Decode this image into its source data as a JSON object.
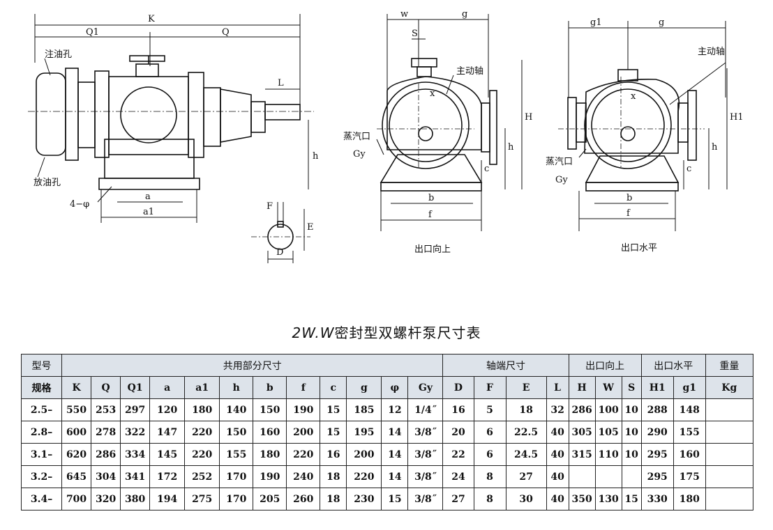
{
  "drawing": {
    "labels": {
      "K": "K",
      "Q1": "Q1",
      "Q": "Q",
      "L": "L",
      "h": "h",
      "a": "a",
      "a1": "a1",
      "holes": "4−φ",
      "F": "F",
      "E": "E",
      "D": "D",
      "w": "w",
      "g": "g",
      "S": "S",
      "x": "x",
      "H": "H",
      "h_mid": "h",
      "c": "c",
      "b": "b",
      "f": "f",
      "Gy": "Gy",
      "g1": "g1",
      "g_right": "g",
      "x_right": "x",
      "H1": "H1",
      "h_right": "h",
      "c_right": "c",
      "b_right": "b",
      "f_right": "f",
      "Gy_right": "Gy"
    },
    "notes": {
      "oil_fill": "注油孔",
      "oil_drain": "放油孔",
      "drive_shaft": "主动轴",
      "steam_port": "蒸汽口",
      "drive_shaft_right": "主动轴",
      "steam_port_right": "蒸汽口",
      "outlet_up": "出口向上",
      "outlet_horizontal": "出口水平"
    }
  },
  "title": {
    "model": "2W.W",
    "text": "密封型双螺杆泵尺寸表"
  },
  "table": {
    "group_headers": {
      "model_line1": "型号",
      "model_line2": "规格",
      "common": "共用部分尺寸",
      "shaft": "轴端尺寸",
      "outlet_up": "出口向上",
      "outlet_horizontal": "出口水平",
      "weight": "重量"
    },
    "columns": [
      "K",
      "Q",
      "Q1",
      "a",
      "a1",
      "h",
      "b",
      "f",
      "c",
      "g",
      "φ",
      "Gy",
      "D",
      "F",
      "E",
      "L",
      "H",
      "W",
      "S",
      "H1",
      "g1",
      "Kg"
    ],
    "rows": [
      {
        "model": "2.5–",
        "cells": [
          "550",
          "253",
          "297",
          "120",
          "180",
          "140",
          "150",
          "190",
          "15",
          "185",
          "12",
          "1/4˝",
          "16",
          "5",
          "18",
          "32",
          "286",
          "100",
          "10",
          "288",
          "148",
          ""
        ]
      },
      {
        "model": "2.8–",
        "cells": [
          "600",
          "278",
          "322",
          "147",
          "220",
          "150",
          "160",
          "200",
          "15",
          "195",
          "14",
          "3/8˝",
          "20",
          "6",
          "22.5",
          "40",
          "305",
          "105",
          "10",
          "290",
          "155",
          ""
        ]
      },
      {
        "model": "3.1–",
        "cells": [
          "620",
          "286",
          "334",
          "145",
          "220",
          "155",
          "180",
          "220",
          "16",
          "200",
          "14",
          "3/8˝",
          "22",
          "6",
          "24.5",
          "40",
          "315",
          "110",
          "10",
          "295",
          "160",
          ""
        ]
      },
      {
        "model": "3.2–",
        "cells": [
          "645",
          "304",
          "341",
          "172",
          "252",
          "170",
          "190",
          "240",
          "18",
          "220",
          "14",
          "3/8˝",
          "24",
          "8",
          "27",
          "40",
          "",
          "",
          "",
          "295",
          "175",
          ""
        ]
      },
      {
        "model": "3.4–",
        "cells": [
          "700",
          "320",
          "380",
          "194",
          "275",
          "170",
          "205",
          "260",
          "18",
          "230",
          "15",
          "3/8˝",
          "27",
          "8",
          "30",
          "40",
          "350",
          "130",
          "15",
          "330",
          "180",
          ""
        ]
      }
    ]
  }
}
